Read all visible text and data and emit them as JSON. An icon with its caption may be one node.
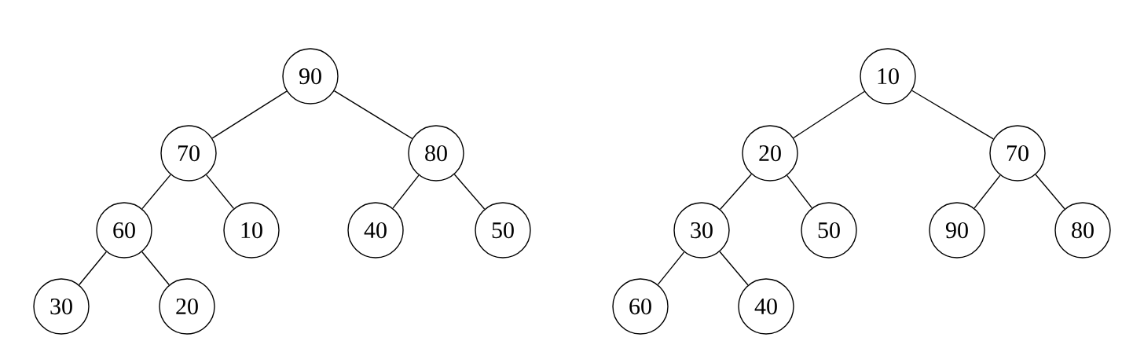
{
  "diagram": {
    "nodes": [
      {
        "text": [
          "90"
        ]
      },
      {
        "text": [
          "70"
        ]
      },
      {
        "text": [
          "80"
        ]
      },
      {
        "text": [
          "60"
        ]
      },
      {
        "text": [
          "10"
        ]
      },
      {
        "text": [
          "40"
        ]
      },
      {
        "text": [
          "50"
        ]
      },
      {
        "text": [
          "30"
        ]
      },
      {
        "text": [
          "20"
        ]
      },
      {
        "text": [
          "10"
        ]
      },
      {
        "text": [
          "20"
        ]
      },
      {
        "text": [
          "70"
        ]
      },
      {
        "text": [
          "30"
        ]
      },
      {
        "text": [
          "50"
        ]
      },
      {
        "text": [
          "90"
        ]
      },
      {
        "text": [
          "80"
        ]
      },
      {
        "text": [
          "60"
        ]
      },
      {
        "text": [
          "40"
        ]
      }
    ],
    "edges": [
      {
        "from": 0,
        "to": 1,
        "arrow": "none"
      },
      {
        "from": 0,
        "to": 2,
        "arrow": "none"
      },
      {
        "from": 1,
        "to": 3,
        "arrow": "none"
      },
      {
        "from": 1,
        "to": 4,
        "arrow": "none"
      },
      {
        "from": 2,
        "to": 5,
        "arrow": "none"
      },
      {
        "from": 2,
        "to": 6,
        "arrow": "none"
      },
      {
        "from": 3,
        "to": 7,
        "arrow": "none"
      },
      {
        "from": 3,
        "to": 8,
        "arrow": "none"
      },
      {
        "from": 9,
        "to": 10,
        "arrow": "none"
      },
      {
        "from": 9,
        "to": 11,
        "arrow": "none"
      },
      {
        "from": 10,
        "to": 12,
        "arrow": "none"
      },
      {
        "from": 10,
        "to": 13,
        "arrow": "none"
      },
      {
        "from": 11,
        "to": 14,
        "arrow": "none"
      },
      {
        "from": 11,
        "to": 15,
        "arrow": "none"
      },
      {
        "from": 12,
        "to": 16,
        "arrow": "none"
      },
      {
        "from": 12,
        "to": 17,
        "arrow": "none"
      }
    ]
  }
}
